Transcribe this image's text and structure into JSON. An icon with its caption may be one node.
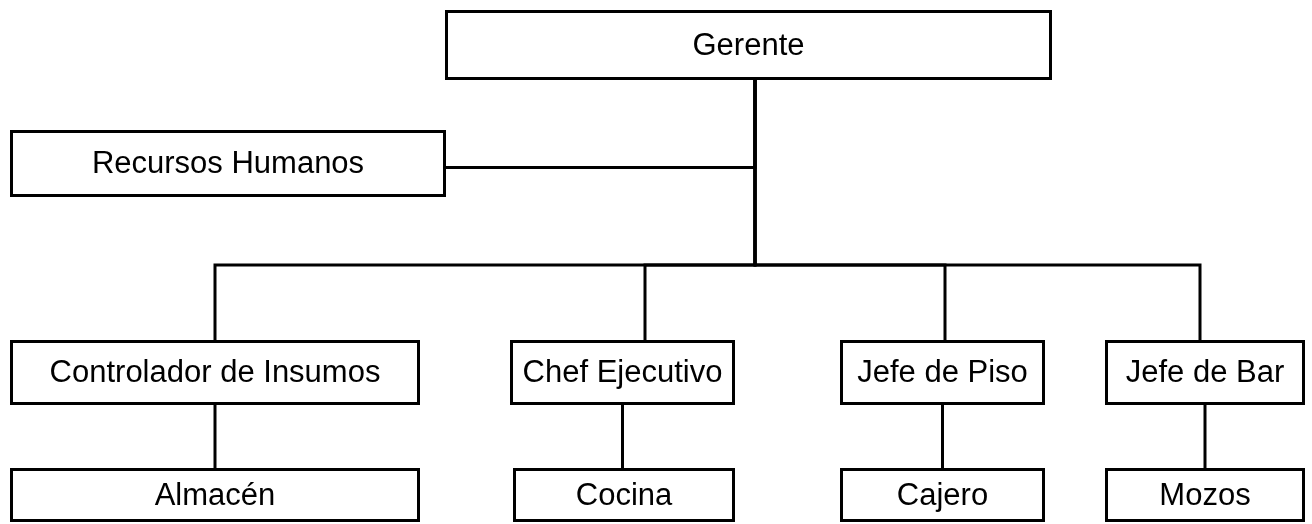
{
  "diagram": {
    "nodes": [
      {
        "text": [
          "Gerente"
        ]
      },
      {
        "text": [
          "Recursos Humanos"
        ]
      },
      {
        "text": [
          "Controlador de Insumos"
        ]
      },
      {
        "text": [
          "Chef Ejecutivo"
        ]
      },
      {
        "text": [
          "Jefe de Piso"
        ]
      },
      {
        "text": [
          "Jefe de Bar"
        ]
      },
      {
        "text": [
          "Almacén"
        ]
      },
      {
        "text": [
          "Cocina"
        ]
      },
      {
        "text": [
          "Cajero"
        ]
      },
      {
        "text": [
          "Mozos"
        ]
      }
    ],
    "edges": [
      {
        "from": 0,
        "to": 1,
        "arrow": "none"
      },
      {
        "from": 0,
        "to": 2,
        "arrow": "none"
      },
      {
        "from": 0,
        "to": 3,
        "arrow": "none"
      },
      {
        "from": 0,
        "to": 4,
        "arrow": "none"
      },
      {
        "from": 0,
        "to": 5,
        "arrow": "none"
      },
      {
        "from": 2,
        "to": 6,
        "arrow": "none"
      },
      {
        "from": 3,
        "to": 7,
        "arrow": "none"
      },
      {
        "from": 4,
        "to": 8,
        "arrow": "none"
      },
      {
        "from": 5,
        "to": 9,
        "arrow": "none"
      }
    ]
  }
}
